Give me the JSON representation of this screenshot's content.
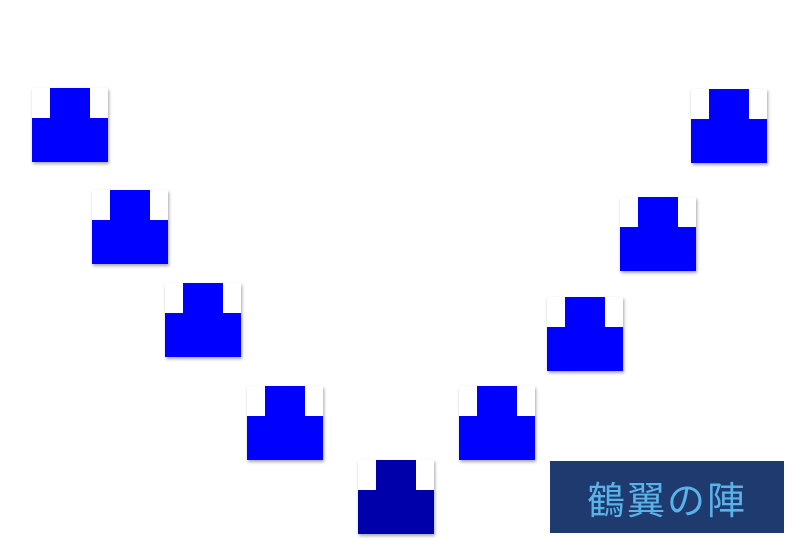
{
  "formation": {
    "label": "鶴翼の陣",
    "colors": {
      "unit": "#0000ff",
      "commander": "#0000aa",
      "label_bg": "#1f3a6e",
      "label_text": "#59b2e8"
    },
    "units": [
      {
        "role": "wing-left-1"
      },
      {
        "role": "wing-left-2"
      },
      {
        "role": "wing-left-3"
      },
      {
        "role": "wing-left-4"
      },
      {
        "role": "commander"
      },
      {
        "role": "wing-right-4"
      },
      {
        "role": "wing-right-3"
      },
      {
        "role": "wing-right-2"
      },
      {
        "role": "wing-right-1"
      }
    ]
  }
}
